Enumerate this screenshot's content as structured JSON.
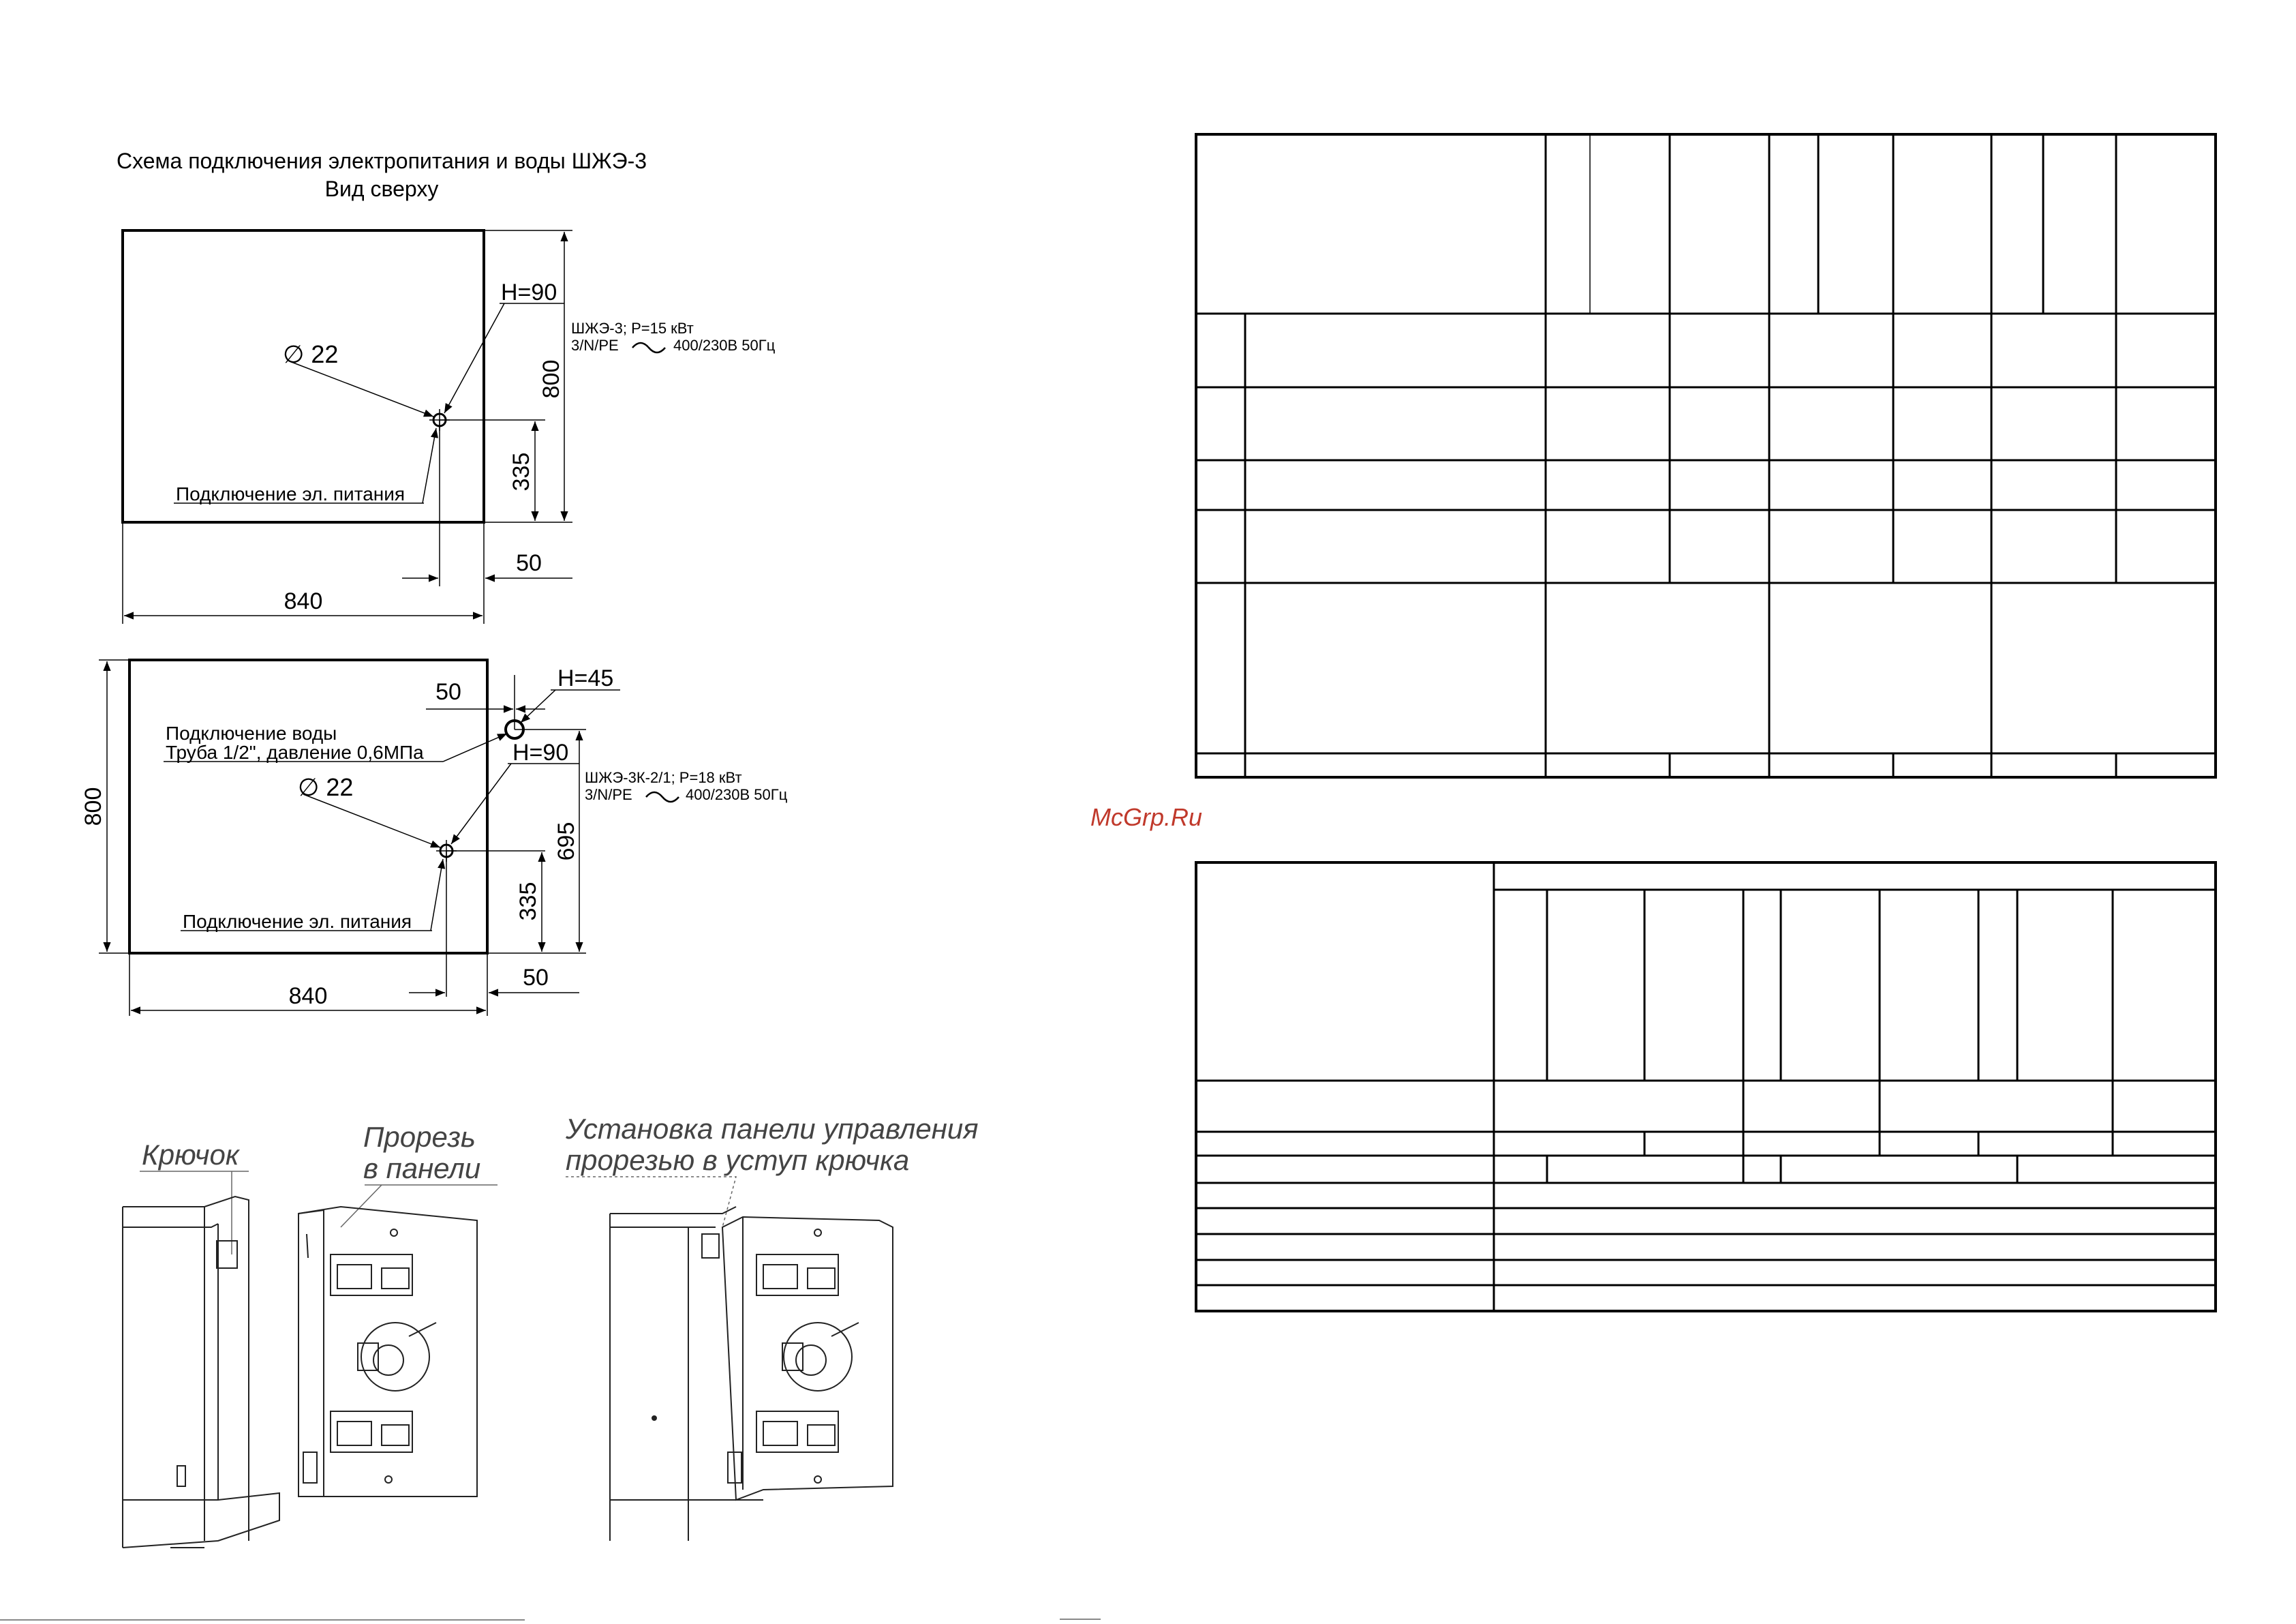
{
  "scheme": {
    "title": "Схема подключения электропитания и воды ШЖЭ-3",
    "subtitle": "Вид сверху"
  },
  "diagram_top": {
    "h_label": "H=90",
    "diam_label": "∅ 22",
    "spec_line1": "ШЖЭ-3; Р=15 кВт",
    "spec_prefix": "3/N/PE",
    "spec_voltage": "400/230В 50Гц",
    "power_label": "Подключение эл. питания",
    "dim_800": "800",
    "dim_335": "335",
    "dim_50": "50",
    "dim_840": "840"
  },
  "diagram_bottom": {
    "dim_50_top": "50",
    "h45_label": "H=45",
    "water_label1": "Подключение воды",
    "water_label2": "Труба 1/2\", давление 0,6МПа",
    "h90_label": "H=90",
    "diam_label": "∅ 22",
    "spec_line1": "ШЖЭ-3К-2/1; Р=18 кВт",
    "spec_prefix": "3/N/PE",
    "spec_voltage": "400/230В 50Гц",
    "power_label": "Подключение эл. питания",
    "dim_800": "800",
    "dim_695": "695",
    "dim_335": "335",
    "dim_840": "840",
    "dim_50_bottom": "50"
  },
  "install": {
    "hook_label": "Крючок",
    "slot_label1": "Прорезь",
    "slot_label2": "в панели",
    "mount_label1": "Установка панели управления",
    "mount_label2": "прорезью в уступ крючка"
  },
  "watermark": "McGrp.Ru"
}
